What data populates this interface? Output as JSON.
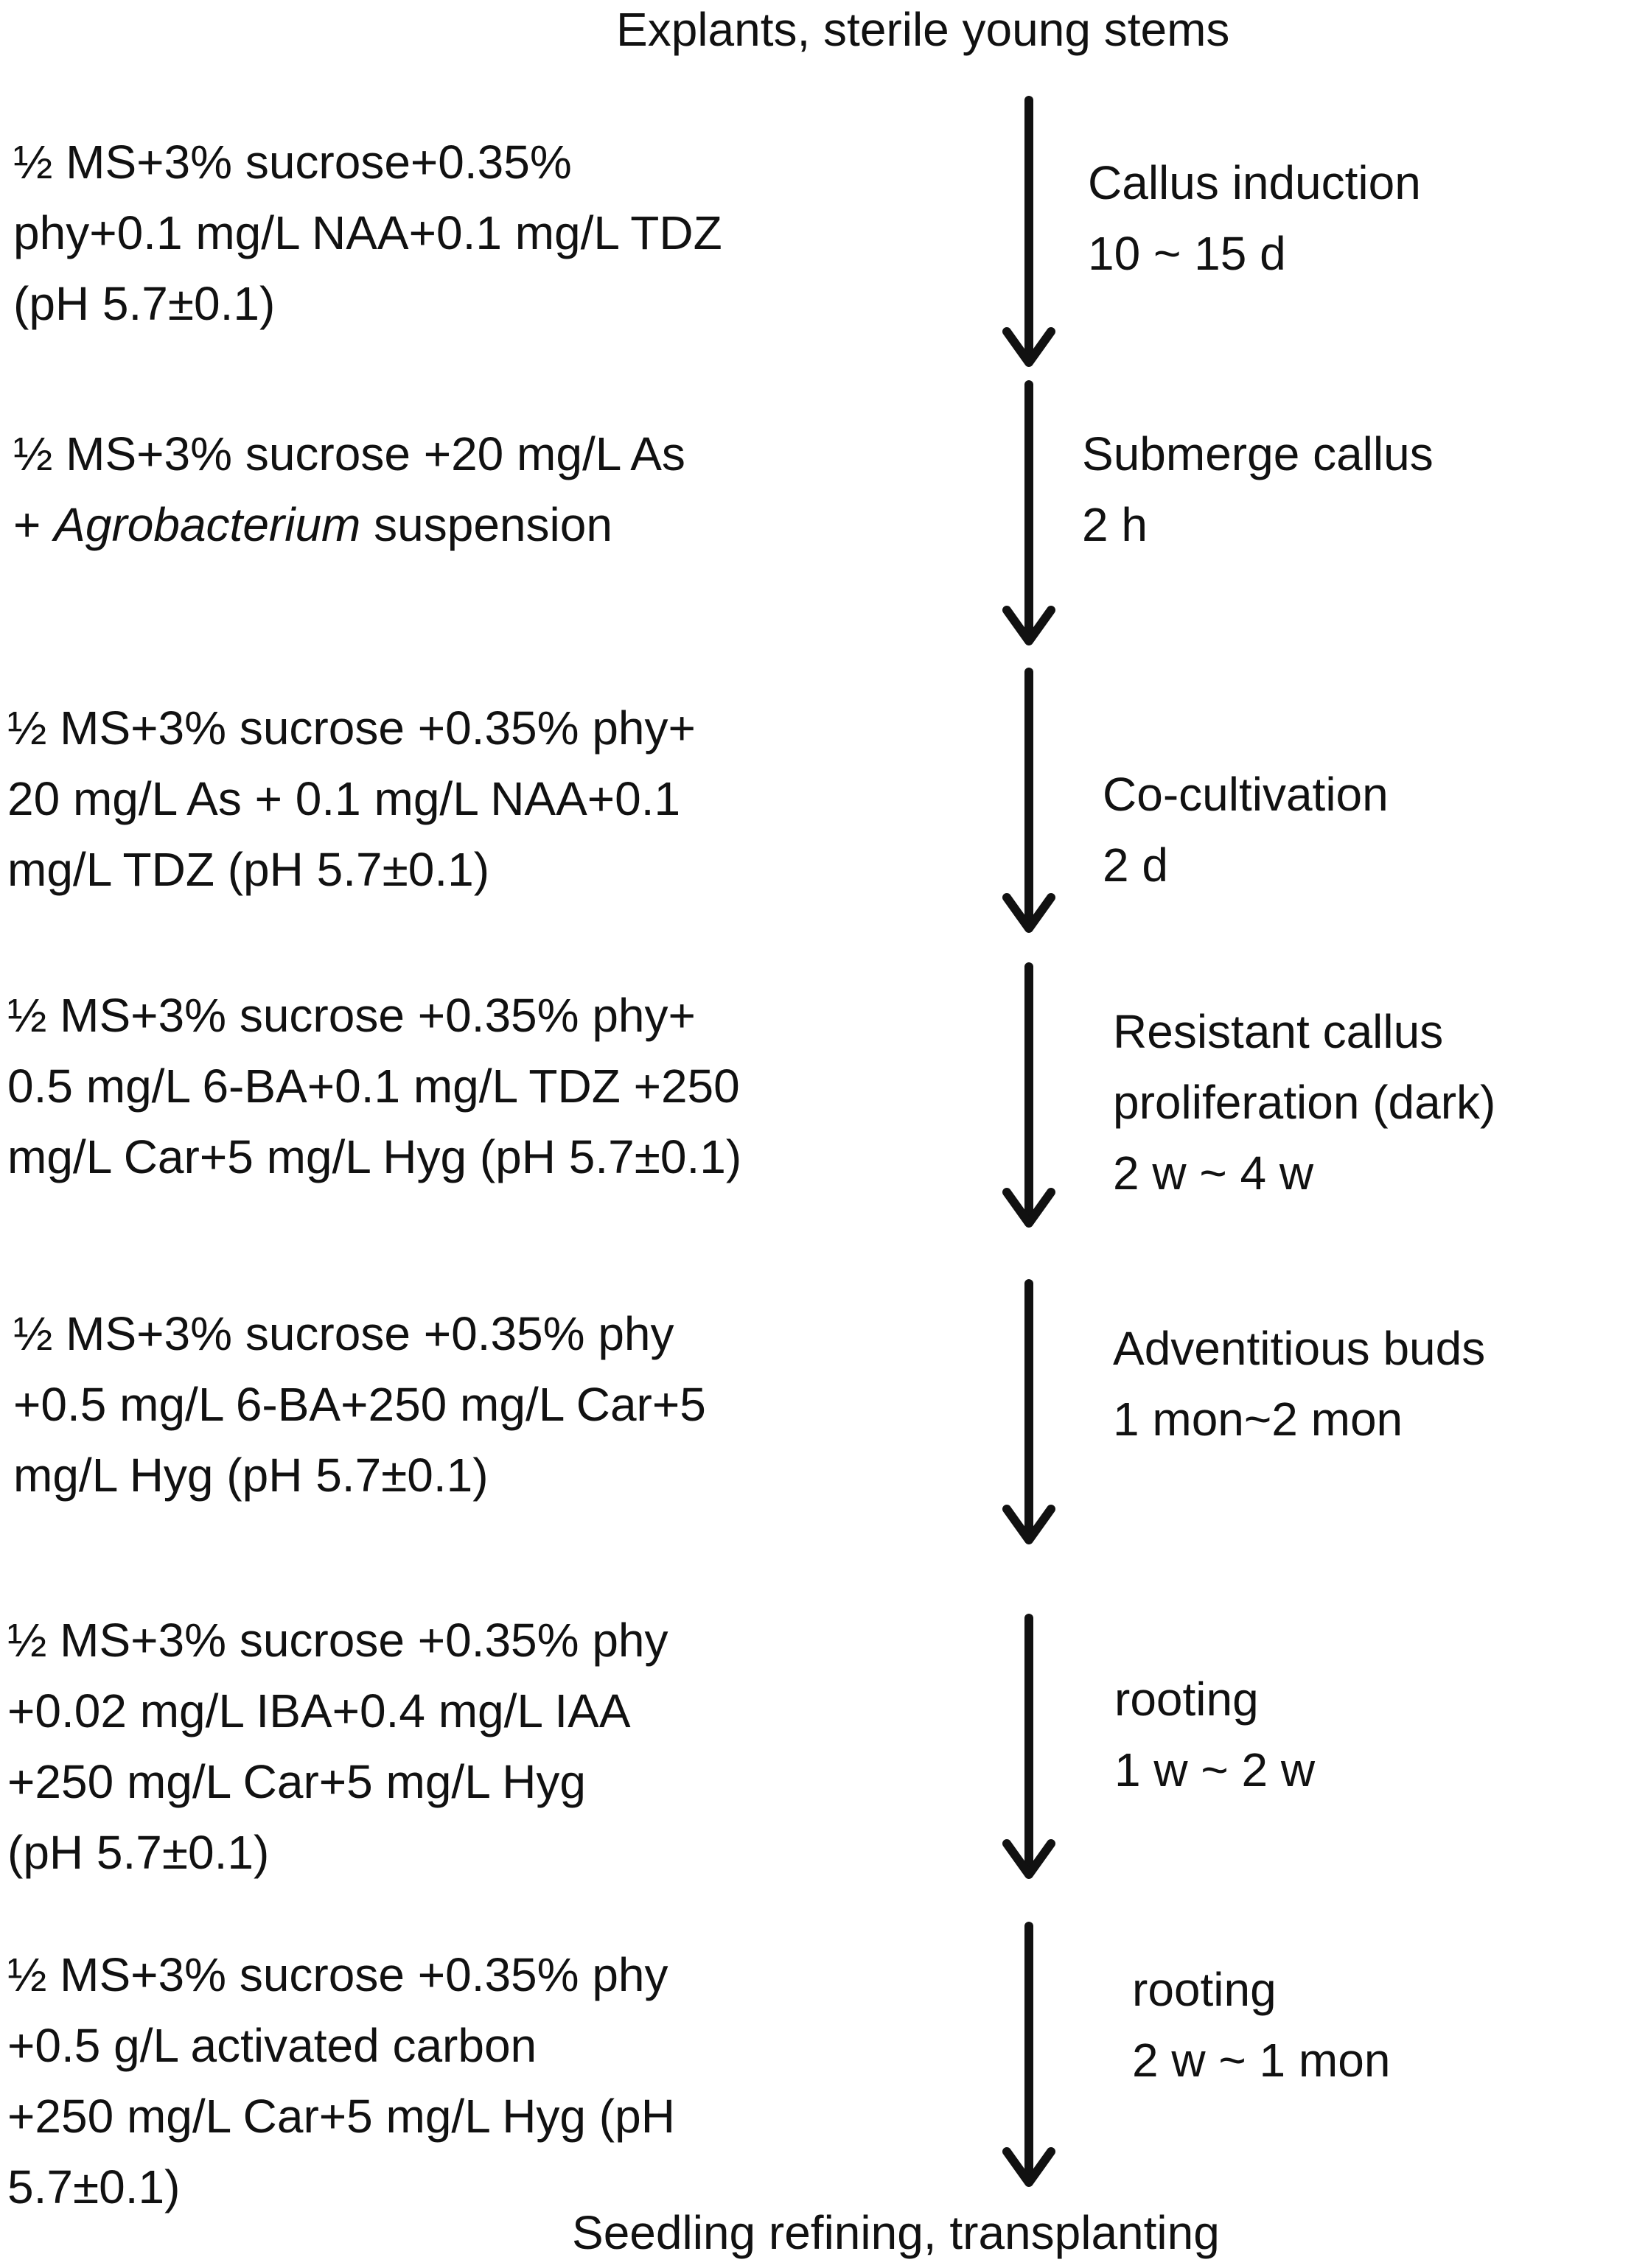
{
  "start_label": "Explants, sterile young stems",
  "end_label": "Seedling refining, transplanting",
  "steps": [
    {
      "medium": [
        "½ MS+3% sucrose+0.35%",
        "phy+0.1 mg/L NAA+0.1 mg/L TDZ",
        "(pH 5.7±0.1)"
      ],
      "stage": [
        "Callus induction",
        "10 ~ 15 d"
      ]
    },
    {
      "medium": [
        "½ MS+3% sucrose +20 mg/L As",
        "+ ",
        "Agrobacterium",
        " suspension"
      ],
      "stage": [
        "Submerge callus",
        "2 h"
      ]
    },
    {
      "medium": [
        "½ MS+3% sucrose +0.35% phy+",
        "20 mg/L As + 0.1 mg/L NAA+0.1",
        "mg/L TDZ (pH 5.7±0.1)"
      ],
      "stage": [
        "Co-cultivation",
        "2 d"
      ]
    },
    {
      "medium": [
        "½ MS+3% sucrose +0.35% phy+",
        "0.5 mg/L 6-BA+0.1 mg/L TDZ +250",
        "mg/L Car+5 mg/L Hyg (pH 5.7±0.1)"
      ],
      "stage": [
        "Resistant callus",
        "proliferation (dark)",
        "2 w ~ 4 w"
      ]
    },
    {
      "medium": [
        "½ MS+3% sucrose +0.35% phy",
        "+0.5 mg/L 6-BA+250 mg/L Car+5",
        "mg/L Hyg (pH 5.7±0.1)"
      ],
      "stage": [
        "Adventitious buds",
        "1 mon~2 mon"
      ]
    },
    {
      "medium": [
        "½ MS+3% sucrose +0.35% phy",
        "+0.02 mg/L IBA+0.4 mg/L IAA",
        "+250 mg/L Car+5 mg/L Hyg",
        "(pH 5.7±0.1)"
      ],
      "stage": [
        "rooting",
        "1 w ~ 2 w"
      ]
    },
    {
      "medium": [
        "½ MS+3% sucrose +0.35% phy",
        "+0.5 g/L activated carbon",
        "+250 mg/L Car+5 mg/L Hyg (pH",
        "5.7±0.1)"
      ],
      "stage": [
        "rooting",
        "2 w ~ 1 mon"
      ]
    }
  ]
}
